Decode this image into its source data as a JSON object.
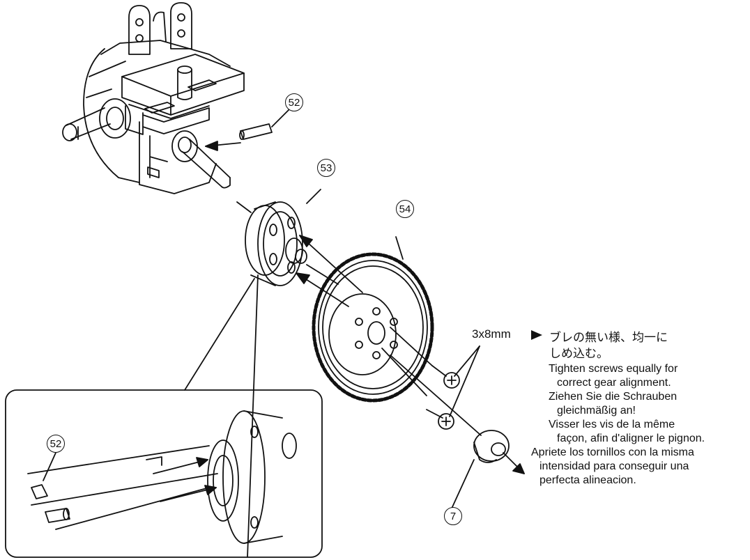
{
  "callouts": {
    "pin_top": "52",
    "diff_hub": "53",
    "spur_gear": "54",
    "bearing": "7",
    "pin_inset": "52"
  },
  "screw_size": "3x8mm",
  "instructions": {
    "jp_line1": "ブレの無い様、均一に",
    "jp_line2": "しめ込む。",
    "en_line1": "Tighten screws equally for",
    "en_line2": "correct gear alignment.",
    "de_line1": "Ziehen Sie die Schrauben",
    "de_line2": "gleichmäßig an!",
    "fr_line1": "Visser les vis de la même",
    "fr_line2": "façon, afin d'aligner le pignon.",
    "es_line1": "Apriete los tornillos con la misma",
    "es_line2": "intensidad para conseguir una",
    "es_line3": "perfecta alineacion."
  },
  "colors": {
    "line": "#111111",
    "background": "#ffffff"
  }
}
